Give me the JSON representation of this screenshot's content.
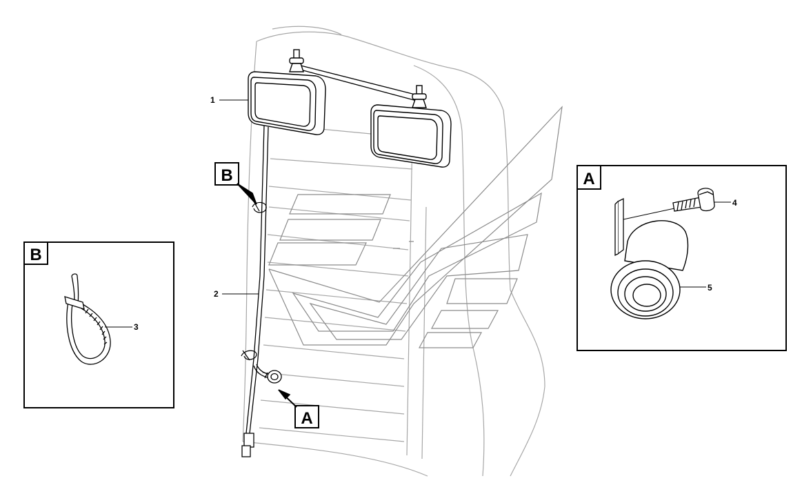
{
  "parts": [
    {
      "num": "1",
      "desc": "work-lamp"
    },
    {
      "num": "2",
      "desc": "wiring-harness"
    },
    {
      "num": "3",
      "desc": "cable-tie"
    },
    {
      "num": "4",
      "desc": "bolt"
    },
    {
      "num": "5",
      "desc": "lamp"
    }
  ],
  "views": {
    "a_label": "A",
    "b_label": "B"
  },
  "colors": {
    "line": "#000000",
    "faint": "#a6a6a6",
    "background": "#ffffff"
  }
}
